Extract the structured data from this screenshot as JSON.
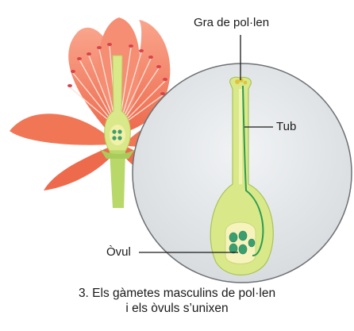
{
  "labels": {
    "pollen_grain": "Gra de pol·len",
    "tube": "Tub",
    "ovule": "Òvul"
  },
  "caption": {
    "line1": "3. Els gàmetes masculins de pol·len",
    "line2": "i els òvuls s’unixen"
  },
  "colors": {
    "petal": "#f27b5f",
    "petal_light": "#f9a58c",
    "pistil": "#d9e98a",
    "pistil_inner": "#f4f0a8",
    "ovule": "#3a9f6f",
    "magnifier_bg": "#e4e7ea",
    "stem": "#b8d86a"
  }
}
